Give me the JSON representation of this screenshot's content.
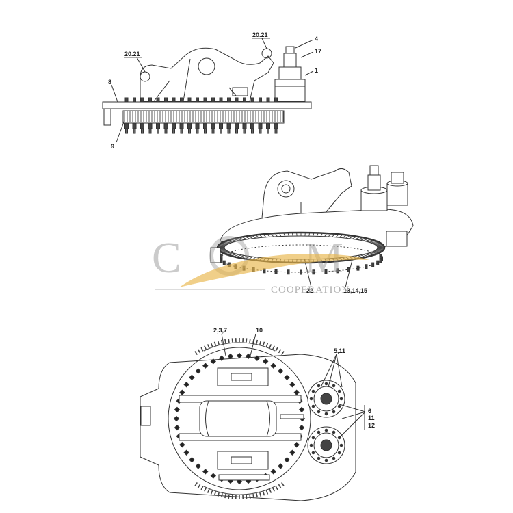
{
  "views": {
    "side": {
      "labels": {
        "l_20_21_left": "20.21",
        "l_20_21_right": "20.21",
        "l_4": "4",
        "l_17": "17",
        "l_1": "1",
        "l_8": "8",
        "l_9": "9"
      }
    },
    "iso": {
      "labels": {
        "l_22": "22",
        "l_13_14_15": "13,14,15"
      }
    },
    "plan": {
      "labels": {
        "l_2_3_7": "2,3,7",
        "l_10": "10",
        "l_5_11": "5,11",
        "l_6": "6",
        "l_11": "11",
        "l_12": "12"
      }
    }
  },
  "watermark": {
    "brand_left": "C",
    "brand_right": "M",
    "subtitle": "COOPERATION",
    "colors": {
      "gray": "#8e8e8e",
      "gold": "#e8b54a"
    }
  }
}
